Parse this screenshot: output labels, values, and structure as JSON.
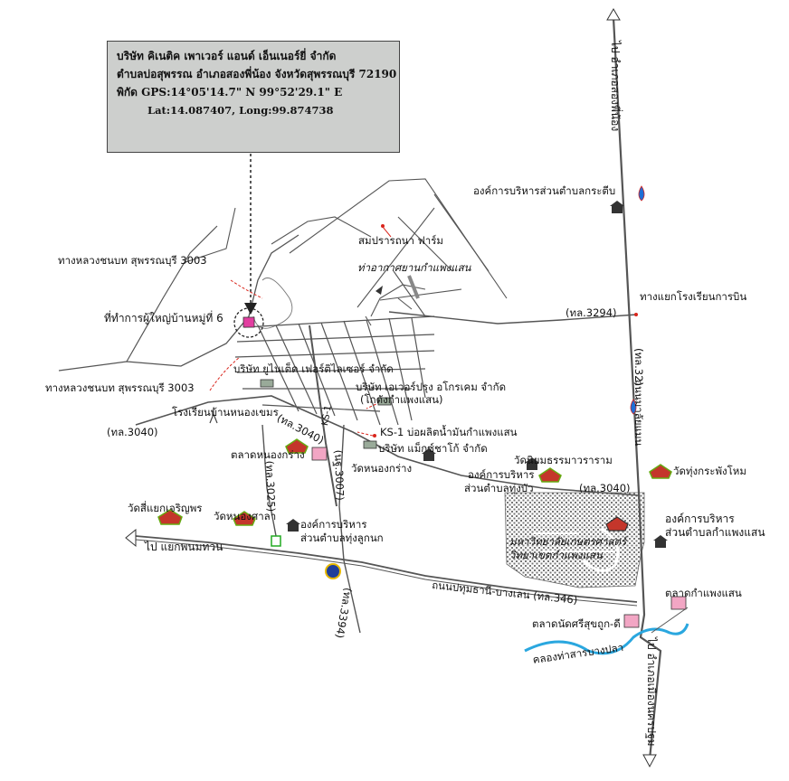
{
  "company_box": {
    "line1": "บริษัท คิเนติค เพาเวอร์ แอนด์ เอ็นเนอร์ยี่ จำกัด",
    "line2": "ตำบลบ่อสุพรรณ อำเภอสองพี่น้อง จังหวัดสุพรรณบุรี 72190",
    "line3": "พิกัด GPS:14°05'14.7\" N 99°52'29.1\" E",
    "line4": "Lat:14.087407, Long:99.874738"
  },
  "labels": {
    "to_song_phi_nong": "ไป อำเภอสองพี่น้อง",
    "to_nakhon_pathom": "ไป อำเภอเมืองนครปฐม",
    "to_yaek_phanom_thuan": "ไป แยกพนมทวน",
    "krasip_tao": "องค์การบริหารส่วนตำบลกระตีบ",
    "sombun_farm": "สมปรารถนา ฟาร์ม",
    "kamphaeng_saen_airport": "ท่าอากาศยานกำแพงแสน",
    "road_3003_top": "ทางหลวงชนบท สุพรรณบุรี 3003",
    "village_head_office": "ที่ทำการผู้ใหญ่บ้านหมู่ที่ 6",
    "road_3294": "(ทล.3294)",
    "junction_aviation_school": "ทางแยกโรงเรียนการบิน",
    "road_32": "(ทล.32)",
    "malaiman_road": "ถนนมาลัยแมน",
    "united_fertilizer": "บริษัท ยูไนเต็ด เฟอร์ติไลเซอร์ จำกัด",
    "road_3003_bottom": "ทางหลวงชนบท สุพรรณบุรี 3003",
    "everprung": "บริษัท เอเวอร์ปรุง อโกรเคม จำกัด",
    "everprung_sub": "(โกดังกำแพงแสน)",
    "nong_khem_school": "โรงเรียนบ้านหนองเขมร",
    "ks1_well": "KS-1 บ่อผลิตน้ำมันกำแพงแสน",
    "road_3040_left": "(ทล.3040)",
    "road_3040_mid": "(ทล.3040)",
    "road_3040_right": "(ทล.3040)",
    "nong_krang_market": "ตลาดหนองกร่าง",
    "lakchai_company": "บริษัท แม็กซ์ชาโก้ จำกัด",
    "wat_niyom": "วัดนิยมธรรมาวราราม",
    "wat_thung_kraphang": "วัดทุ่งกระพังโหม",
    "wat_nong_krang": "วัดหนองกร่าง",
    "road_3025": "(ทล.3025)",
    "road_3007": "(นฐ.3007)",
    "thung_bua_tao_l1": "องค์การบริหาร",
    "thung_bua_tao_l2": "ส่วนตำบลทุ่งบัว",
    "kamphaeng_saen_tao_l1": "องค์การบริหาร",
    "kamphaeng_saen_tao_l2": "ส่วนตำบลกำแพงแสน",
    "wat_sam_yaek": "วัดสี่แยกเจริญพร",
    "wat_nong_sala": "วัดหนองศาลา",
    "thung_luk_nok_tao_l1": "องค์การบริหาร",
    "thung_luk_nok_tao_l2": "ส่วนตำบลทุ่งลูกนก",
    "university_l1": "มหาวิทยาลัยเกษตรศาสตร์",
    "university_l2": "วิทยาเขตกำแพงแสน",
    "pathum_thani_road": "ถนนปทุมธานี-บางเลน (ทล.346)",
    "road_3394": "(ทล.3394)",
    "kamphaeng_saen_market": "ตลาดกำแพงแสน",
    "nat_market": "ตลาดนัดศรีสุขถูก-ดี",
    "canal": "คลองท่าสารบางปลา",
    "ks_label": "KS-1"
  },
  "colors": {
    "road": "#555555",
    "marker_red": "#d9251c",
    "river": "#2aa7df",
    "market_pink": "#f2a6c4",
    "box_gray": "#cdcfcd",
    "gas_blue": "#1f6fd6"
  }
}
